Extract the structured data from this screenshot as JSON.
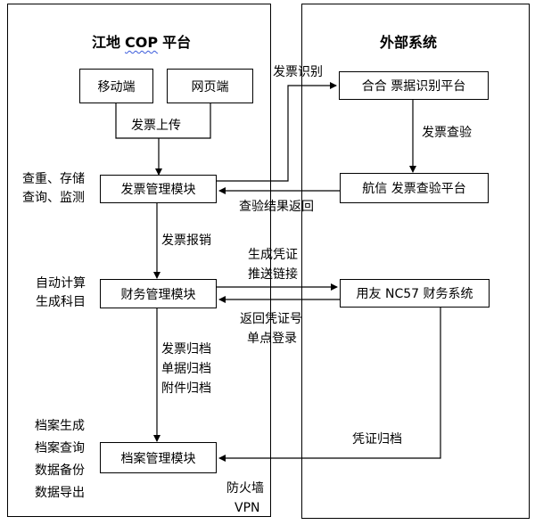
{
  "left_panel": {
    "title_prefix": "江地",
    "title_cop": "COP",
    "title_suffix": "平台"
  },
  "right_panel": {
    "title": "外部系统"
  },
  "boxes": {
    "mobile": "移动端",
    "web": "网页端",
    "invoice_mgmt": "发票管理模块",
    "finance_mgmt": "财务管理模块",
    "archive_mgmt": "档案管理模块",
    "hehe": "合合  票据识别平台",
    "hangxin": "航信  发票查验平台",
    "yonyou": "用友  NC57 财务系统"
  },
  "labels": {
    "invoice_upload": "发票上传",
    "invoice_recognition": "发票识别",
    "invoice_verify": "发票查验",
    "verify_result_return": "查验结果返回",
    "invoice_reimburse": "发票报销",
    "gen_voucher": "生成凭证",
    "push_link": "推送链接",
    "return_voucher_no": "返回凭证号",
    "sso": "单点登录",
    "invoice_archive": "发票归档",
    "doc_archive": "单据归档",
    "attach_archive": "附件归档",
    "voucher_archive": "凭证归档",
    "firewall": "防火墙",
    "vpn": "VPN",
    "invoice_side_1": "查重、存储",
    "invoice_side_2": "查询、监测",
    "finance_side_1": "自动计算",
    "finance_side_2": "生成科目",
    "archive_side_1": "档案生成",
    "archive_side_2": "档案查询",
    "archive_side_3": "数据备份",
    "archive_side_4": "数据导出"
  }
}
